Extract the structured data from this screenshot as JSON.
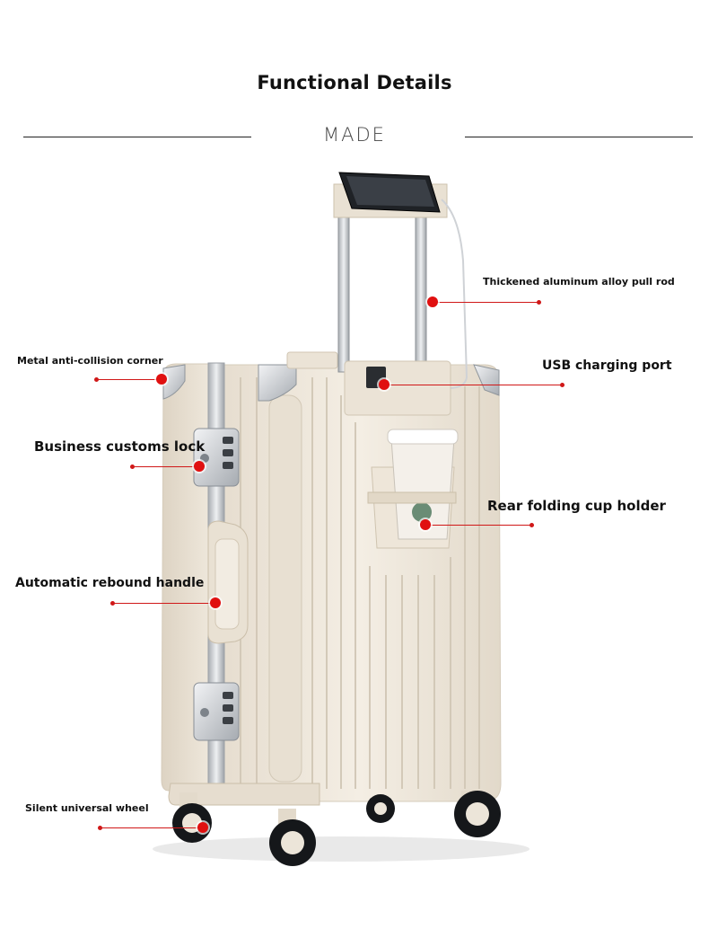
{
  "header": {
    "title": "Functional Details",
    "subtitle": "MADE"
  },
  "callouts": {
    "pull_rod": "Thickened aluminum alloy pull rod",
    "corner": "Metal anti-collision corner",
    "usb": "USB charging port",
    "lock": "Business customs lock",
    "cup_holder": "Rear folding cup holder",
    "handle": "Automatic rebound handle",
    "wheel": "Silent universal wheel"
  },
  "colors": {
    "accent": "#e01010",
    "shell": "#efe8dc",
    "aluminum": "#c9ccd0"
  },
  "icons": [
    "suitcase-illustration",
    "phone-icon",
    "cup-icon",
    "lock-icon",
    "wheel-icon"
  ]
}
